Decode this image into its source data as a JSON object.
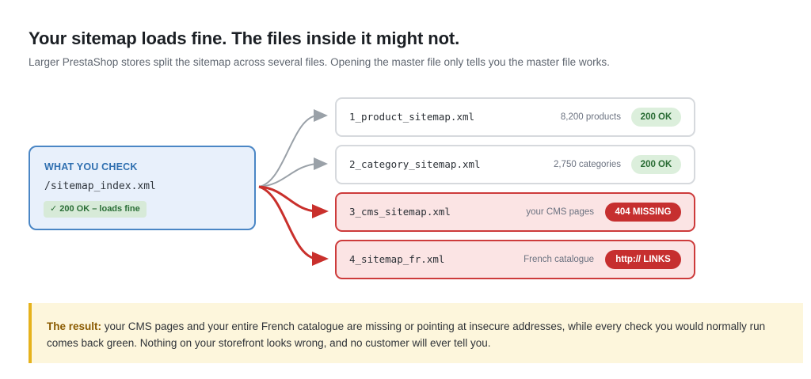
{
  "header": {
    "title": "Your sitemap loads fine. The files inside it might not.",
    "subtitle": "Larger PrestaShop stores split the sitemap across several files. Opening the master file only tells you the master file works."
  },
  "check": {
    "label": "WHAT YOU CHECK",
    "path": "/sitemap_index.xml",
    "badge": "✓ 200 OK – loads fine"
  },
  "files": [
    {
      "name": "1_product_sitemap.xml",
      "meta": "8,200 products",
      "badge": "200 OK",
      "status": "ok"
    },
    {
      "name": "2_category_sitemap.xml",
      "meta": "2,750 categories",
      "badge": "200 OK",
      "status": "ok"
    },
    {
      "name": "3_cms_sitemap.xml",
      "meta": "your CMS pages",
      "badge": "404 MISSING",
      "status": "error"
    },
    {
      "name": "4_sitemap_fr.xml",
      "meta": "French catalogue",
      "badge": "http:// LINKS",
      "status": "error"
    }
  ],
  "result": {
    "lead": "The result:",
    "text": " your CMS pages and your entire French catalogue are missing or pointing at insecure addresses, while every check you would normally run comes back green. Nothing on your storefront looks wrong, and no customer will ever tell you."
  },
  "colors": {
    "ok_arrow": "#9aa1a8",
    "error_arrow": "#c9302c",
    "check_border": "#4a86c5",
    "error_border": "#cd3b3b",
    "result_accent": "#e6b21c"
  }
}
